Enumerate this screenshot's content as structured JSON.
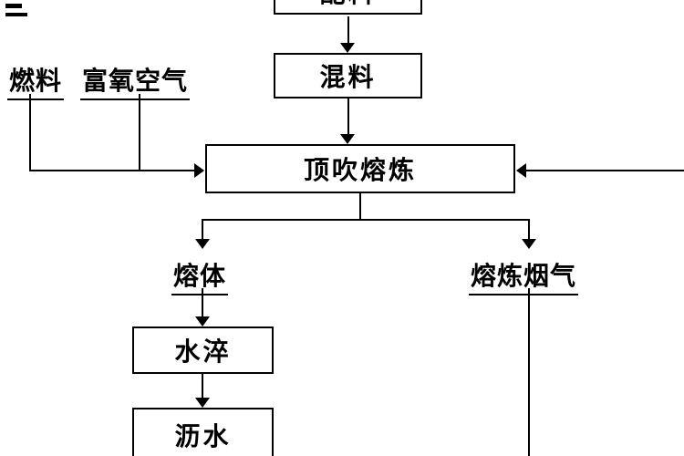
{
  "diagram": {
    "type": "process-flowchart",
    "nodes": {
      "batching": "配料",
      "mixing": "混料",
      "smelting": "顶吹熔炼",
      "quenching": "水淬",
      "draining": "沥水"
    },
    "inputs": {
      "fuel": "燃料",
      "oxygen_air": "富氧空气"
    },
    "outputs": {
      "melt": "熔体",
      "flue_gas": "熔炼烟气"
    },
    "colors": {
      "line": "#000000",
      "background": "#ffffff",
      "box_border": "#000000"
    }
  }
}
